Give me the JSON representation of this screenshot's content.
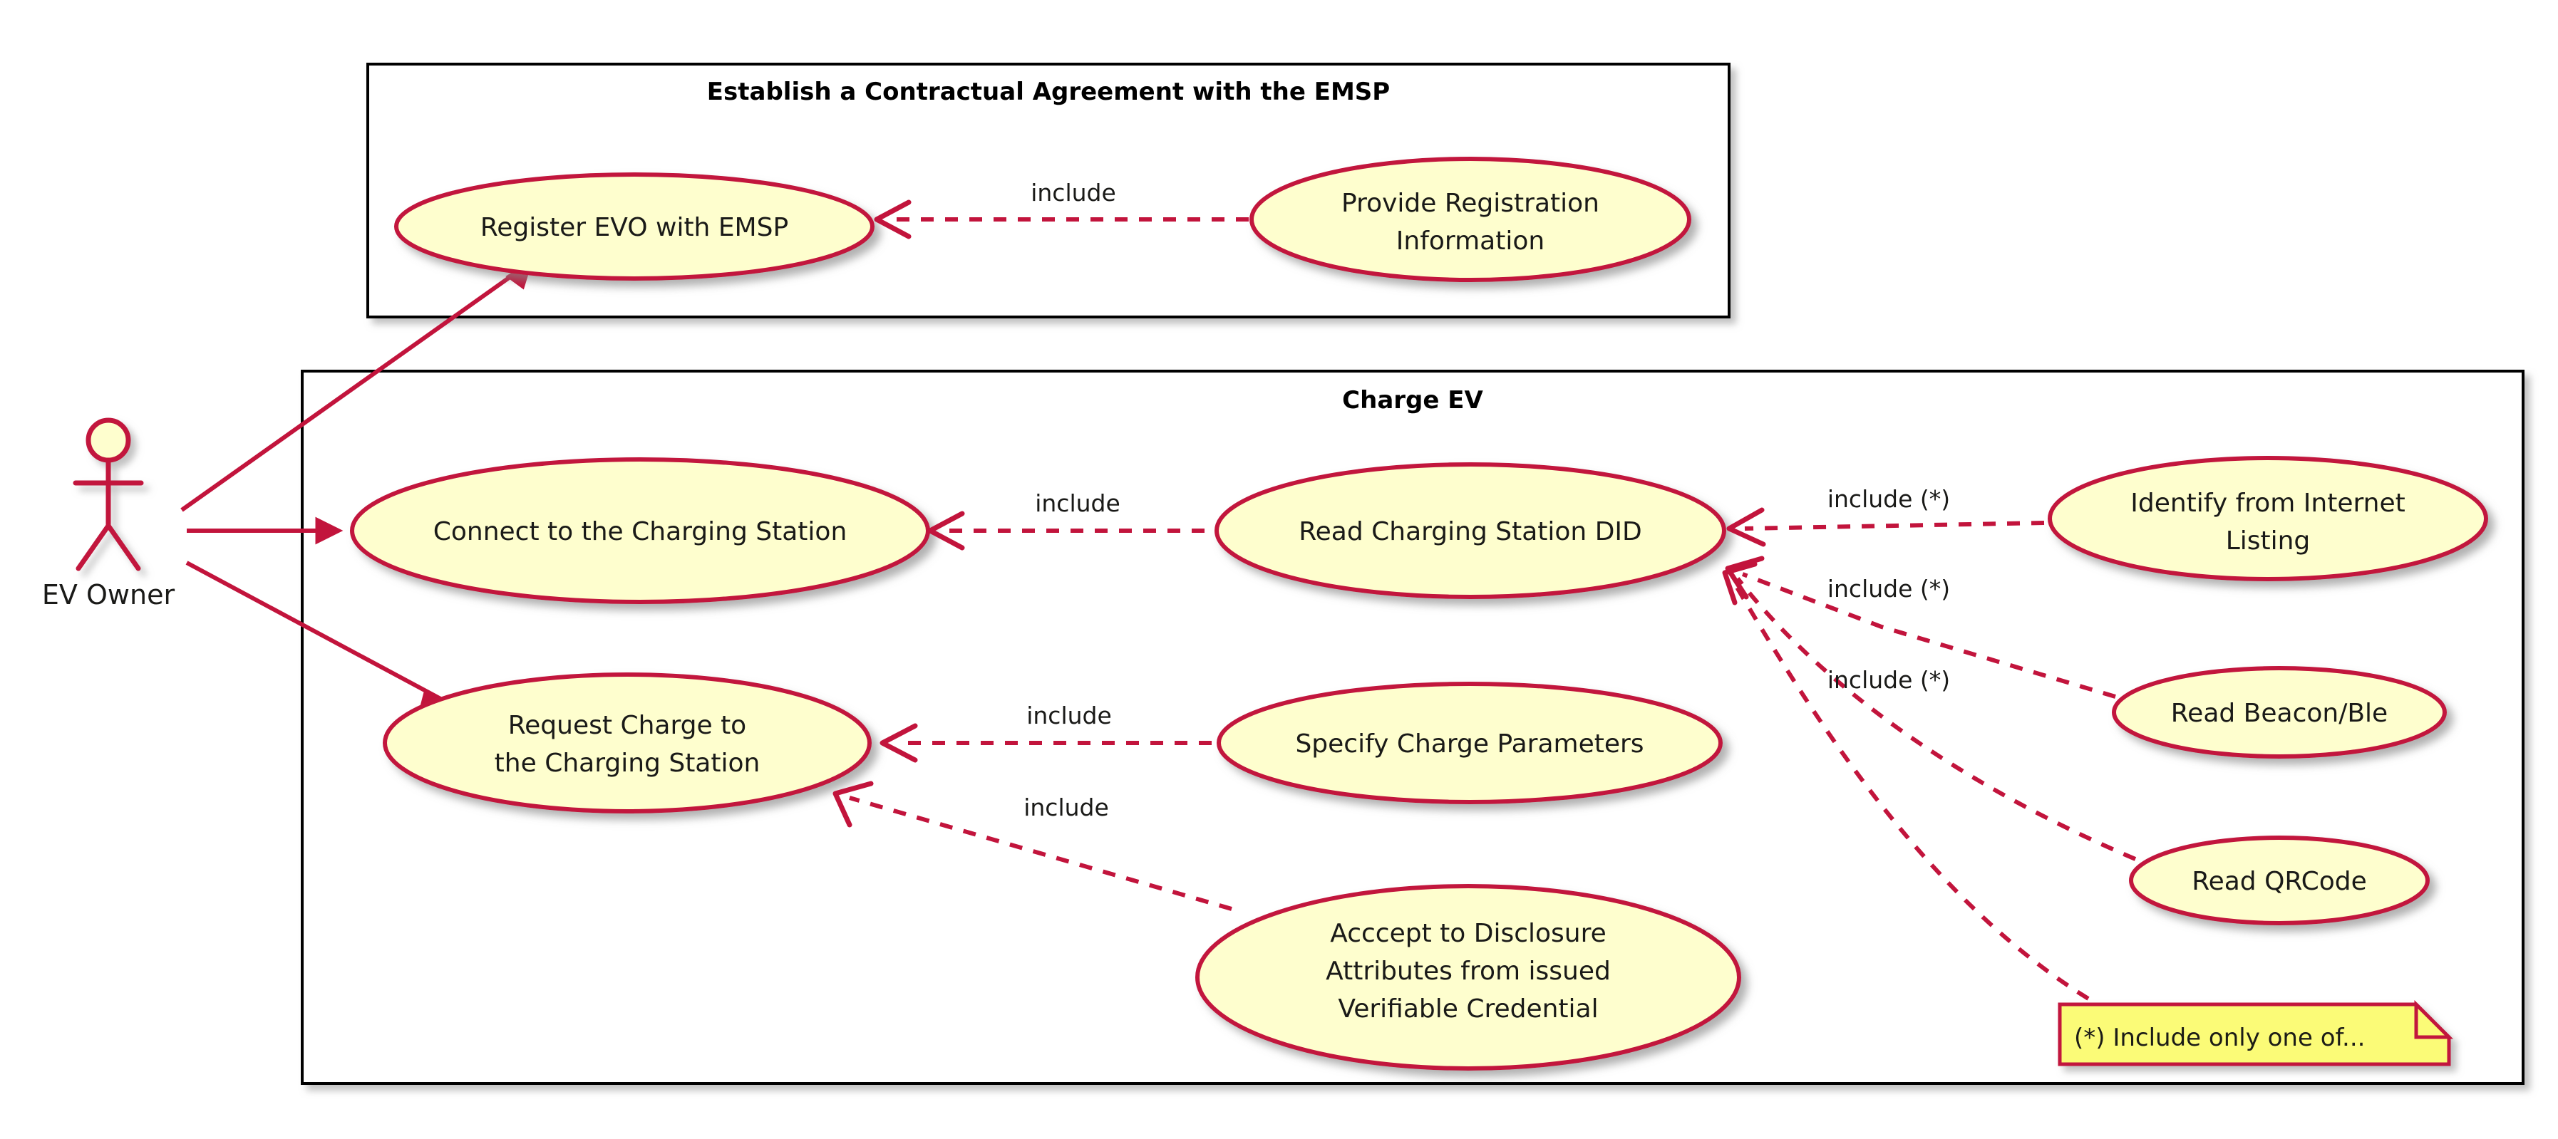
{
  "diagram": {
    "type": "uml-use-case-diagram",
    "colors": {
      "usecase_fill": "#FEFECE",
      "usecase_stroke": "#C2143C",
      "note_fill": "#FBFB77",
      "note_stroke": "#C2143C",
      "package_stroke": "#000000",
      "text": "#1a1a18",
      "background": "#FFFFFF"
    }
  },
  "actor": {
    "name": "EV Owner",
    "icon": "stick-figure-actor"
  },
  "packages": [
    {
      "id": "pkg-contract",
      "title": "Establish a Contractual Agreement with the EMSP"
    },
    {
      "id": "pkg-charge",
      "title": "Charge EV"
    }
  ],
  "usecases": [
    {
      "id": "uc-register-evo",
      "lines": [
        "Register EVO with EMSP"
      ]
    },
    {
      "id": "uc-provide-reg-info",
      "lines": [
        "Provide Registration",
        "Information"
      ]
    },
    {
      "id": "uc-connect-station",
      "lines": [
        "Connect to the Charging Station"
      ]
    },
    {
      "id": "uc-read-station-did",
      "lines": [
        "Read Charging Station DID"
      ]
    },
    {
      "id": "uc-identify-internet",
      "lines": [
        "Identify from Internet",
        "Listing"
      ]
    },
    {
      "id": "uc-read-beacon",
      "lines": [
        "Read Beacon/Ble"
      ]
    },
    {
      "id": "uc-read-qrcode",
      "lines": [
        "Read QRCode"
      ]
    },
    {
      "id": "uc-request-charge",
      "lines": [
        "Request Charge to",
        "the Charging Station"
      ]
    },
    {
      "id": "uc-specify-params",
      "lines": [
        "Specify Charge Parameters"
      ]
    },
    {
      "id": "uc-accept-disclosure",
      "lines": [
        "Acccept to Disclosure",
        "Attributes from issued",
        "Verifiable Credential"
      ]
    }
  ],
  "edge_labels": {
    "include_1": "include",
    "include_2": "include",
    "include_3": "include",
    "include_4": "include",
    "include_star_1": "include (*)",
    "include_star_2": "include (*)",
    "include_star_3": "include (*)"
  },
  "note": {
    "id": "note-include-one",
    "text": "(*) Include only one of..."
  }
}
